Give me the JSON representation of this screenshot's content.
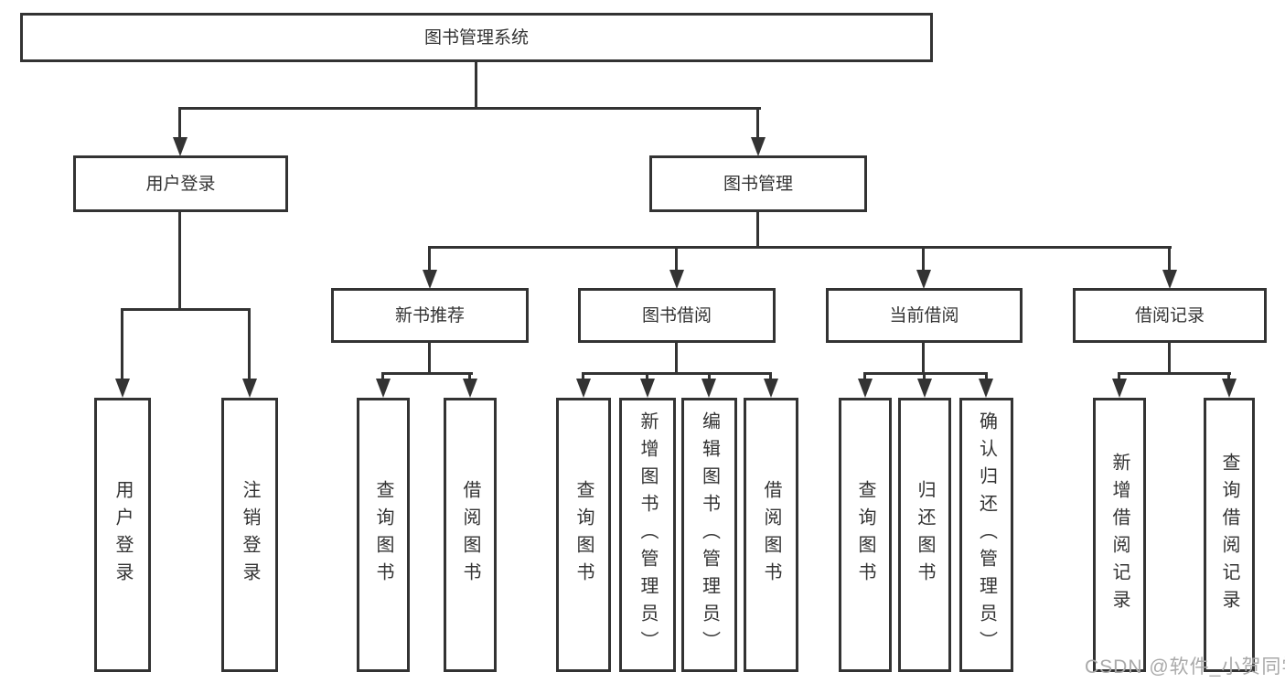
{
  "tree": {
    "root": {
      "label": "图书管理系统",
      "children": [
        {
          "label": "用户登录",
          "children": [
            {
              "label": "用户登录"
            },
            {
              "label": "注销登录"
            }
          ]
        },
        {
          "label": "图书管理",
          "children": [
            {
              "label": "新书推荐",
              "children": [
                {
                  "label": "查询图书"
                },
                {
                  "label": "借阅图书"
                }
              ]
            },
            {
              "label": "图书借阅",
              "children": [
                {
                  "label": "查询图书"
                },
                {
                  "label": "新增图书（管理员）"
                },
                {
                  "label": "编辑图书（管理员）"
                },
                {
                  "label": "借阅图书"
                }
              ]
            },
            {
              "label": "当前借阅",
              "children": [
                {
                  "label": "查询图书"
                },
                {
                  "label": "归还图书"
                },
                {
                  "label": "确认归还（管理员）"
                }
              ]
            },
            {
              "label": "借阅记录",
              "children": [
                {
                  "label": "新增借阅记录"
                },
                {
                  "label": "查询借阅记录"
                }
              ]
            }
          ]
        }
      ]
    }
  },
  "watermark": {
    "text": "CSDN @软件_小贺同学"
  },
  "colors": {
    "line": "#333333",
    "text": "#333333",
    "box_background": "#ffffff",
    "page_background": "#ffffff",
    "watermark": "#a9a9a9"
  }
}
